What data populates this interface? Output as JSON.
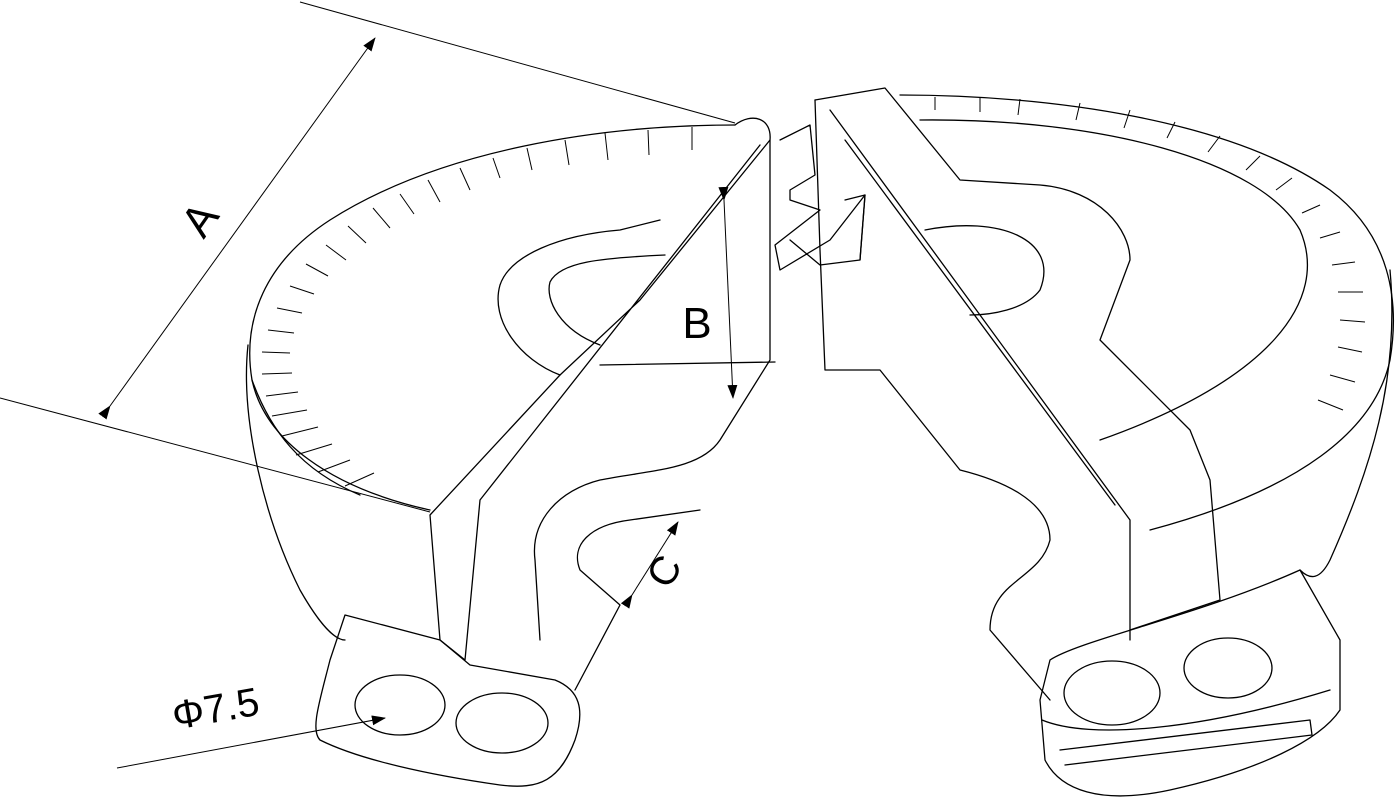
{
  "figure": {
    "labels": {
      "dim_a": "A",
      "dim_b": "B",
      "dim_c": "C",
      "hole_diameter": "Φ7.5"
    }
  }
}
